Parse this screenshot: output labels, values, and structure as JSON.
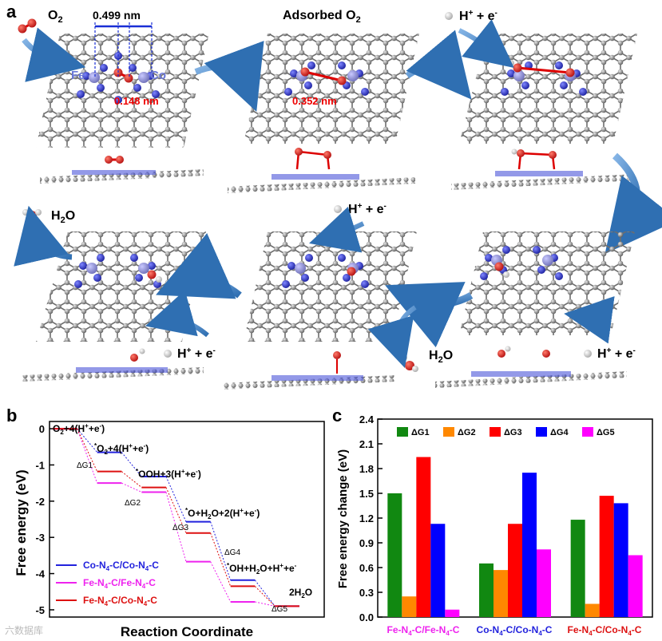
{
  "panel_a": {
    "label": "a",
    "texts": {
      "o2": "O",
      "o2_sub": "2",
      "distance_top": "0.499 nm",
      "fe": "Fe",
      "co": "Co",
      "bond1": "0.148 nm",
      "adsorbed": "Adsorbed O",
      "adsorbed_sub": "2",
      "bond2": "0.352 nm",
      "step1_h": "H",
      "step1_plus": "+",
      "step1_e": " + e",
      "step1_minus": "-",
      "step2_h": "H",
      "step2_plus": "+",
      "step2_e": " + e",
      "step2_minus": "-",
      "h2o_left": "H",
      "h2o_left_sub": "2",
      "h2o_left_o": "O",
      "h2o_right": "H",
      "h2o_right_sub": "2",
      "h2o_right_o": "O",
      "step3_h": "H",
      "step3_plus": "+",
      "step3_e": " + e",
      "step3_minus": "-",
      "step4_h": "H",
      "step4_plus": "+",
      "step4_e": " + e",
      "step4_minus": "-"
    }
  },
  "panel_b": {
    "label": "b",
    "ylabel": "Free energy (eV)",
    "xlabel": "Reaction Coordinate",
    "yticks": [
      "0",
      "-1",
      "-2",
      "-3",
      "-4",
      "-5"
    ],
    "state_labels": [
      "O2+4(H++e-)",
      "*O2+4(H++e-)",
      "*OOH+3(H++e-)",
      "*O+H2O+2(H++e-)",
      "*OH+H2O+H++e-",
      "2H2O"
    ],
    "dg_labels": [
      "ΔG1",
      "ΔG2",
      "ΔG3",
      "ΔG4",
      "ΔG5"
    ],
    "legend": [
      "Co-N4-C/Co-N4-C",
      "Fe-N4-C/Fe-N4-C",
      "Fe-N4-C/Co-N4-C"
    ]
  },
  "panel_c": {
    "label": "c",
    "ylabel": "Free energy change (eV)",
    "legend": [
      "ΔG1",
      "ΔG2",
      "ΔG3",
      "ΔG4",
      "ΔG5"
    ],
    "group_labels": [
      "Fe-N4-C/Fe-N4-C",
      "Co-N4-C/Co-N4-C",
      "Fe-N4-C/Co-N4-C"
    ]
  },
  "watermark": "六数据库",
  "chart_data": [
    {
      "type": "line",
      "title": "",
      "xlabel": "Reaction Coordinate",
      "ylabel": "Free energy (eV)",
      "ylim": [
        -5.2,
        0.2
      ],
      "categories": [
        "O2+4(H++e-)",
        "*O2+4(H++e-)",
        "*OOH+3(H++e-)",
        "*O+H2O+2(H++e-)",
        "*OH+H2O+H++e-",
        "2H2O"
      ],
      "series": [
        {
          "name": "Co-N4-C/Co-N4-C",
          "color": "#2222dd",
          "values": [
            0,
            -0.65,
            -1.32,
            -2.57,
            -4.18,
            -4.9
          ]
        },
        {
          "name": "Fe-N4-C/Fe-N4-C",
          "color": "#ee22ee",
          "values": [
            0,
            -1.5,
            -1.75,
            -3.67,
            -4.78,
            -4.9
          ]
        },
        {
          "name": "Fe-N4-C/Co-N4-C",
          "color": "#dd1111",
          "values": [
            0,
            -1.18,
            -1.62,
            -2.88,
            -4.35,
            -4.9
          ]
        }
      ]
    },
    {
      "type": "bar",
      "title": "",
      "xlabel": "",
      "ylabel": "Free energy change (eV)",
      "ylim": [
        0,
        2.4
      ],
      "categories": [
        "Fe-N4-C/Fe-N4-C",
        "Co-N4-C/Co-N4-C",
        "Fe-N4-C/Co-N4-C"
      ],
      "series": [
        {
          "name": "ΔG1",
          "color": "#118811",
          "values": [
            1.5,
            0.65,
            1.18
          ]
        },
        {
          "name": "ΔG2",
          "color": "#ff8800",
          "values": [
            0.25,
            0.57,
            0.16
          ]
        },
        {
          "name": "ΔG3",
          "color": "#ff0000",
          "values": [
            1.94,
            1.13,
            1.47
          ]
        },
        {
          "name": "ΔG4",
          "color": "#0000ff",
          "values": [
            1.13,
            1.75,
            1.38
          ]
        },
        {
          "name": "ΔG5",
          "color": "#ff00ff",
          "values": [
            0.09,
            0.82,
            0.75
          ]
        }
      ]
    }
  ]
}
